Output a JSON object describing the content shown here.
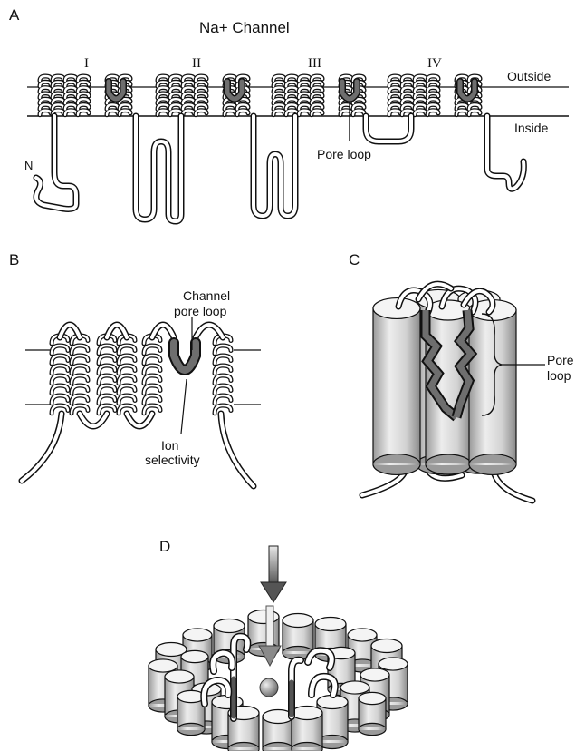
{
  "panels": {
    "a": {
      "letter": "A",
      "title": "Na+ Channel",
      "domains": [
        "I",
        "II",
        "III",
        "IV"
      ],
      "outside_label": "Outside",
      "inside_label": "Inside",
      "pore_loop_label": "Pore loop",
      "n_terminus_label": "N"
    },
    "b": {
      "letter": "B",
      "channel_label_line1": "Channel",
      "channel_label_line2": "pore loop",
      "ion_label_line1": "Ion",
      "ion_label_line2": "selectivity"
    },
    "c": {
      "letter": "C",
      "pore_label_line1": "Pore",
      "pore_label_line2": "loop"
    },
    "d": {
      "letter": "D"
    }
  },
  "colors": {
    "pore_loop": "#6e6e6e",
    "cylinder_light": "#e4e4e4",
    "cylinder_dark": "#8f8f8f",
    "line": "#111111"
  }
}
